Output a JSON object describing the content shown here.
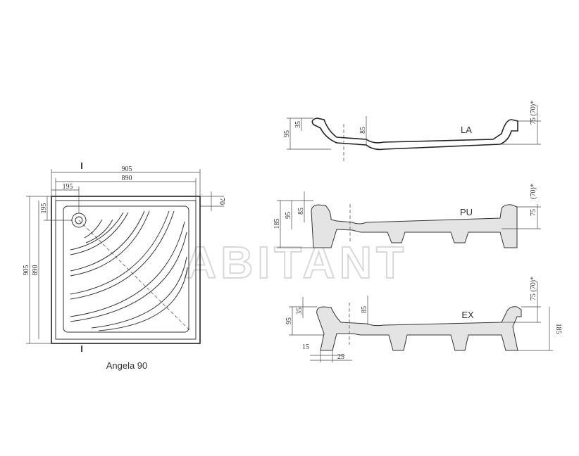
{
  "watermark": "ABITANT",
  "plan": {
    "caption": "Angela 90",
    "dim_outer_width": "905",
    "dim_inner_width": "890",
    "dim_drain_offset_x": "195",
    "dim_drain_offset_y": "195",
    "dim_rim": "70",
    "dim_outer_height": "905",
    "dim_inner_height": "890",
    "section_mark_top": "I",
    "section_mark_bottom": "I"
  },
  "sections": {
    "la": {
      "label": "LA",
      "dim_height": "95",
      "dim_rim": "35",
      "dim_drain": "85",
      "dim_right": "75 (70)*"
    },
    "pu": {
      "label": "PU",
      "dim_total": "185",
      "dim_height": "95",
      "dim_drain": "85",
      "dim_right_top": "(70)*",
      "dim_right": "75"
    },
    "ex": {
      "label": "EX",
      "dim_height": "95",
      "dim_rim": "35",
      "dim_drain": "85",
      "dim_right_top": "75 (70)*",
      "dim_total": "185",
      "dim_foot": "15",
      "dim_foot2": "25"
    }
  }
}
